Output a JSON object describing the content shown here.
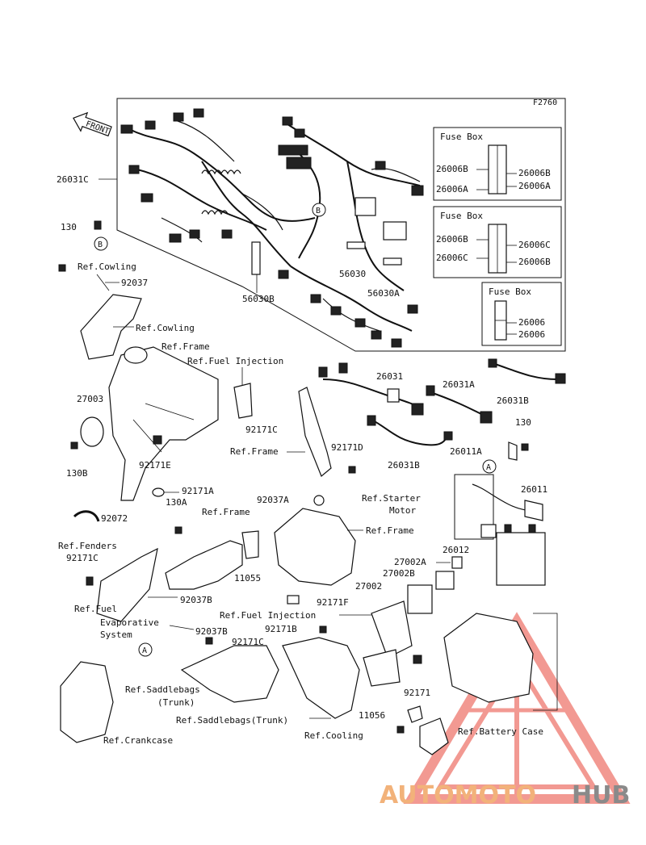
{
  "figure_code": "F2760",
  "front_label": "FRONT",
  "parts": {
    "p26031C": "26031C",
    "p130_top": "130",
    "circle_b1": "B",
    "circle_b2": "B",
    "p56030": "56030",
    "p56030A": "56030A",
    "p56030B": "56030B",
    "p92037": "92037",
    "p27003": "27003",
    "p130B": "130B",
    "p92171E": "92171E",
    "p92171C_a": "92171C",
    "p92171D": "92171D",
    "p92171A": "92171A",
    "p92072": "92072",
    "p130A": "130A",
    "p92037A": "92037A",
    "p11055": "11055",
    "p92171C_b": "92171C",
    "p92037B_a": "92037B",
    "p92037B_b": "92037B",
    "p92171C_c": "92171C",
    "p92171F": "92171F",
    "p92171B": "92171B",
    "p92171": "92171",
    "p26031": "26031",
    "p26031A": "26031A",
    "p26031B_a": "26031B",
    "p26031B_b": "26031B",
    "p130_right": "130",
    "p26011A": "26011A",
    "circle_a1": "A",
    "circle_a2": "A",
    "p26011": "26011",
    "p26012": "26012",
    "p27002A": "27002A",
    "p27002B": "27002B",
    "p27002": "27002",
    "p11056": "11056"
  },
  "refs": {
    "cowling1": "Ref.Cowling",
    "cowling2": "Ref.Cowling",
    "frame1": "Ref.Frame",
    "fuel_injection1": "Ref.Fuel Injection",
    "frame2": "Ref.Frame",
    "starter_motor_l1": "Ref.Starter",
    "starter_motor_l2": "Motor",
    "frame3": "Ref.Frame",
    "frame4": "Ref.Frame",
    "fenders": "Ref.Fenders",
    "fuel_evap_l1": "Ref.Fuel",
    "fuel_evap_l2": "Evaporative",
    "fuel_evap_l3": "System",
    "fuel_injection2": "Ref.Fuel Injection",
    "saddlebags1_l1": "Ref.Saddlebags",
    "saddlebags1_l2": "(Trunk)",
    "saddlebags2": "Ref.Saddlebags(Trunk)",
    "crankcase": "Ref.Crankcase",
    "cooling": "Ref.Cooling",
    "battery_case": "Ref.Battery Case"
  },
  "fuse_boxes": [
    {
      "title": "Fuse Box",
      "left_labels": [
        "26006B",
        "26006A"
      ],
      "right_labels": [
        "26006B",
        "26006A"
      ]
    },
    {
      "title": "Fuse Box",
      "left_labels": [
        "26006B",
        "26006C"
      ],
      "right_labels": [
        "26006C",
        "26006B"
      ]
    },
    {
      "title": "Fuse Box",
      "left_labels": [],
      "right_labels": [
        "26006",
        "26006"
      ]
    }
  ],
  "watermark": {
    "part1": "AUTOMOTO",
    "part2": "HUB",
    "brand_color": "#f2b27a",
    "accent_color": "#e8473a"
  }
}
